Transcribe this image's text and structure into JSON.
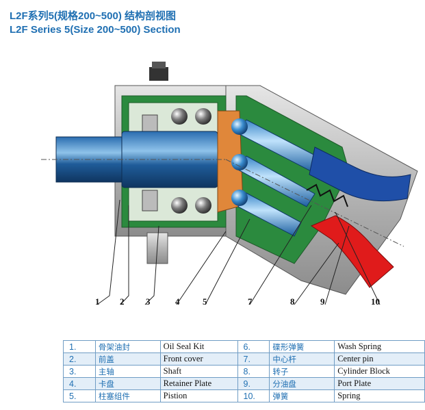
{
  "title_cn": "L2F系列5(规格200~500)  结构剖视图",
  "title_en": "L2F Series 5(Size 200~500) Section",
  "callouts": [
    "1",
    "2",
    "3",
    "4",
    "5",
    "7",
    "8",
    "9",
    "10"
  ],
  "parts": [
    {
      "left": {
        "no": "1.",
        "cn": "骨架油封",
        "en": "Oil Seal Kit"
      },
      "right": {
        "no": "6.",
        "cn": "碟形弹簧",
        "en": "Wash Spring"
      }
    },
    {
      "left": {
        "no": "2.",
        "cn": "前盖",
        "en": "Front cover"
      },
      "right": {
        "no": "7.",
        "cn": "中心杆",
        "en": "Center pin"
      }
    },
    {
      "left": {
        "no": "3.",
        "cn": "主轴",
        "en": "Shaft"
      },
      "right": {
        "no": "8.",
        "cn": "转子",
        "en": "Cylinder Block"
      }
    },
    {
      "left": {
        "no": "4.",
        "cn": "卡盘",
        "en": "Retainer Plate"
      },
      "right": {
        "no": "9.",
        "cn": "分油盘",
        "en": "Port Plate"
      }
    },
    {
      "left": {
        "no": "5.",
        "cn": "柱塞组件",
        "en": "Pistion"
      },
      "right": {
        "no": "10.",
        "cn": "弹簧",
        "en": "Spring"
      }
    }
  ],
  "colors": {
    "title": "#1f6fb2",
    "housing": "#c9c9c9",
    "green": "#2b8a3e",
    "shaft": "#1e5a94",
    "red": "#e01b1b",
    "blue": "#1f4fa8",
    "table_border": "#6f9cc4"
  }
}
